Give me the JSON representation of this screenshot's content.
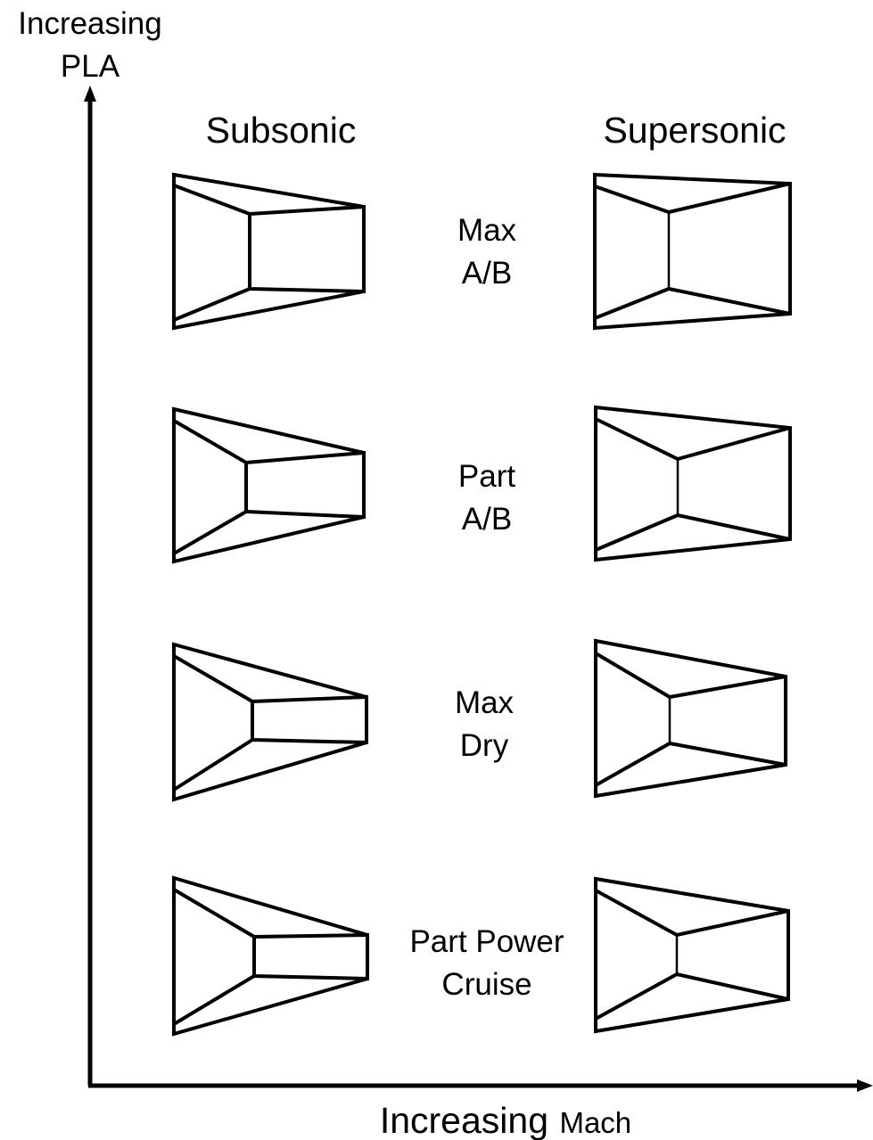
{
  "axes": {
    "y_label_line1": "Increasing",
    "y_label_line2": "PLA",
    "x_label_main": "Increasing",
    "x_label_unit": "Mach"
  },
  "columns": {
    "subsonic": "Subsonic",
    "supersonic": "Supersonic"
  },
  "rows": [
    {
      "line1": "Max",
      "line2": "A/B"
    },
    {
      "line1": "Part",
      "line2": "A/B"
    },
    {
      "line1": "Max",
      "line2": "Dry"
    },
    {
      "line1": "Part Power",
      "line2": "Cruise"
    }
  ],
  "colors": {
    "ink": "#000000",
    "background": "#ffffff"
  }
}
